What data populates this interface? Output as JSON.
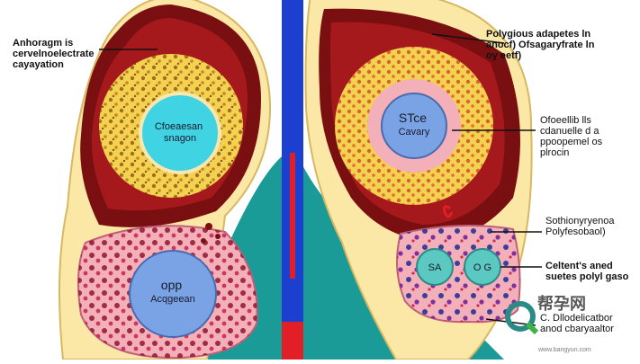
{
  "labels": {
    "top_left": "Anhoragm is\ncervelnoelectrate\ncayayation",
    "top_right": "Polygious adapetes ln\nanocf) Ofsagaryfrate ln\noy eetf)",
    "mid_right": "Ofoeellib lls\ncdanuelle d a\nppoopemel os\nplrocin",
    "lower_right": "Sothionyryenoa\nPolyfesobaol)",
    "bottom_right_a": "Celtent's aned\nsuetes polyl gaso",
    "bottom_right_b": "C. Dllodelicatbor\nanod cbaryaaltor"
  },
  "inner": {
    "left_core": "Cfoeaesan\nsnagon",
    "left_lower": "opp\nAcqgeean",
    "right_core": "STce\nCavary",
    "right_small_a": "SA",
    "right_small_b": "O G"
  },
  "watermark": {
    "text": "帮孕网",
    "sub": "www.bangyun.com"
  },
  "colors": {
    "outer_cream": "#fbe7a6",
    "dark_red": "#7a0f12",
    "mid_red": "#a5191c",
    "yellow_ring": "#f2d24e",
    "cyan_core": "#3fd3e3",
    "pink": "#f4b0b8",
    "blue_core": "#7aa3e6",
    "teal": "#1a9b97",
    "blue_bar": "#1d3fcf",
    "red_bar": "#e21f26"
  }
}
